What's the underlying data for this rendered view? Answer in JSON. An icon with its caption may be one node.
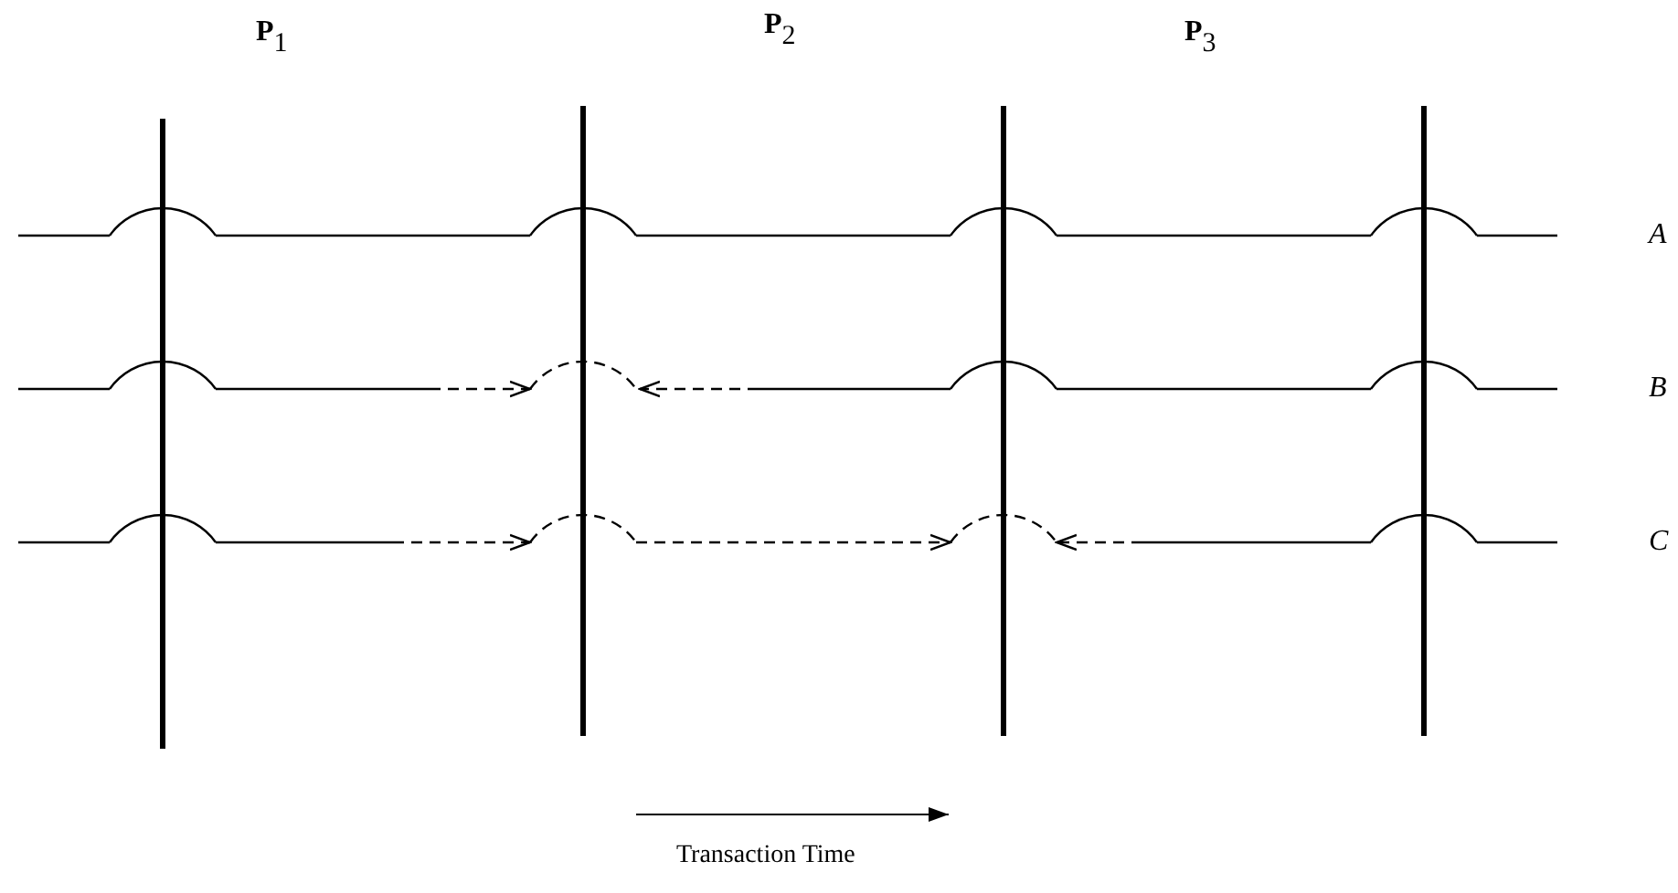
{
  "diagram": {
    "labels": [
      "**P**$_{1}$",
      "**P**$_{2}$",
      "**P**$_{3}$",
      "A",
      "B",
      "C",
      "Transaction Time"
    ]
  }
}
